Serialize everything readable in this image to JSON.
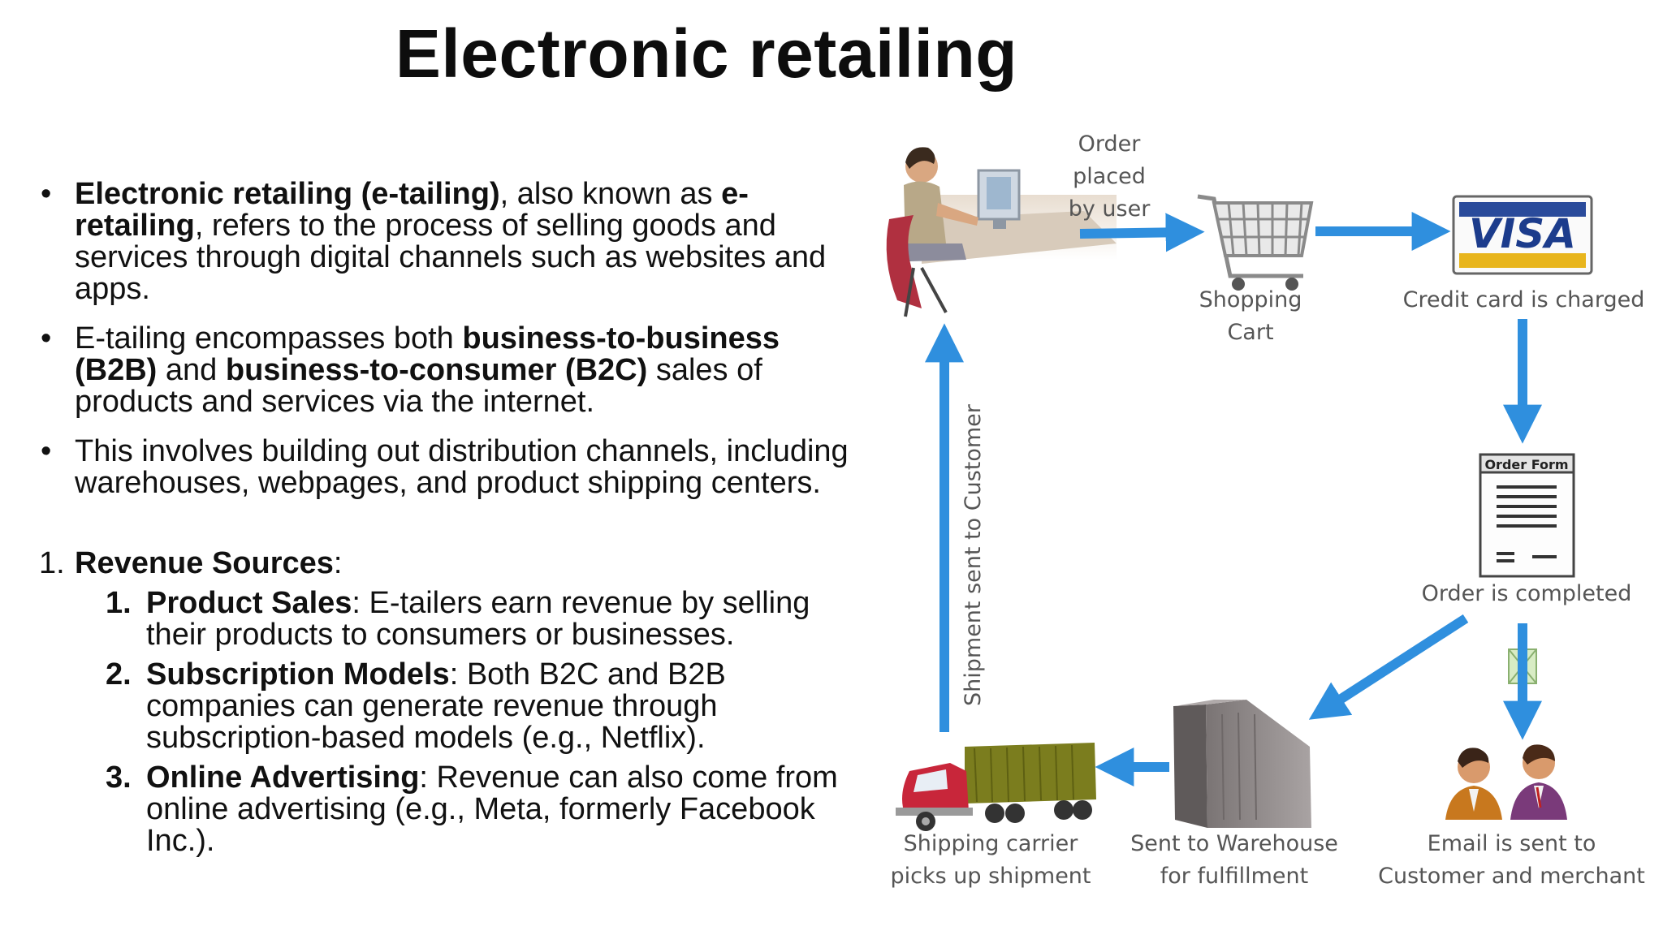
{
  "title": "Electronic retailing",
  "bullets": [
    {
      "parts": [
        {
          "b": true,
          "t": "Electronic retailing (e-tailing)"
        },
        {
          "b": false,
          "t": ", also known as "
        },
        {
          "b": true,
          "t": "e-retailing"
        },
        {
          "b": false,
          "t": ", refers to the process of selling goods and services through digital channels such as websites and apps."
        }
      ]
    },
    {
      "parts": [
        {
          "b": false,
          "t": "E-tailing encompasses both "
        },
        {
          "b": true,
          "t": "business-to-business (B2B)"
        },
        {
          "b": false,
          "t": " and "
        },
        {
          "b": true,
          "t": "business-to-consumer (B2C)"
        },
        {
          "b": false,
          "t": " sales of products and services via the internet."
        }
      ]
    },
    {
      "parts": [
        {
          "b": false,
          "t": "This involves building out distribution channels, including warehouses, webpages, and product shipping centers."
        }
      ]
    }
  ],
  "revenue": {
    "number": "1.",
    "heading": "Revenue Sources",
    "colon": ":",
    "items": [
      {
        "n": "1.",
        "head": "Product Sales",
        "text": ": E-tailers earn revenue by selling their products to consumers or businesses."
      },
      {
        "n": "2.",
        "head": "Subscription Models",
        "text": ": Both B2C and B2B companies can generate revenue through subscription-based models (e.g., Netflix)."
      },
      {
        "n": "3.",
        "head": "Online Advertising",
        "text": ": Revenue can also come from online advertising (e.g., Meta, formerly Facebook Inc.)."
      }
    ]
  },
  "diagram": {
    "order_placed": "Order\nplaced\nby user",
    "shopping_cart": "Shopping\nCart",
    "credit_card": "Credit card is charged",
    "visa": "VISA",
    "order_form": "Order Form",
    "order_completed": "Order is completed",
    "email_sent": "Email is sent to\nCustomer and merchant",
    "warehouse": "Sent to Warehouse\nfor fulfillment",
    "shipping": "Shipping carrier\npicks up shipment",
    "shipment_sent": "Shipment sent to Customer",
    "colors": {
      "arrow": "#2f8fde",
      "truck_cab": "#c8263a",
      "truck_box": "#7b7d1e",
      "warehouse": "#8a8585"
    }
  }
}
